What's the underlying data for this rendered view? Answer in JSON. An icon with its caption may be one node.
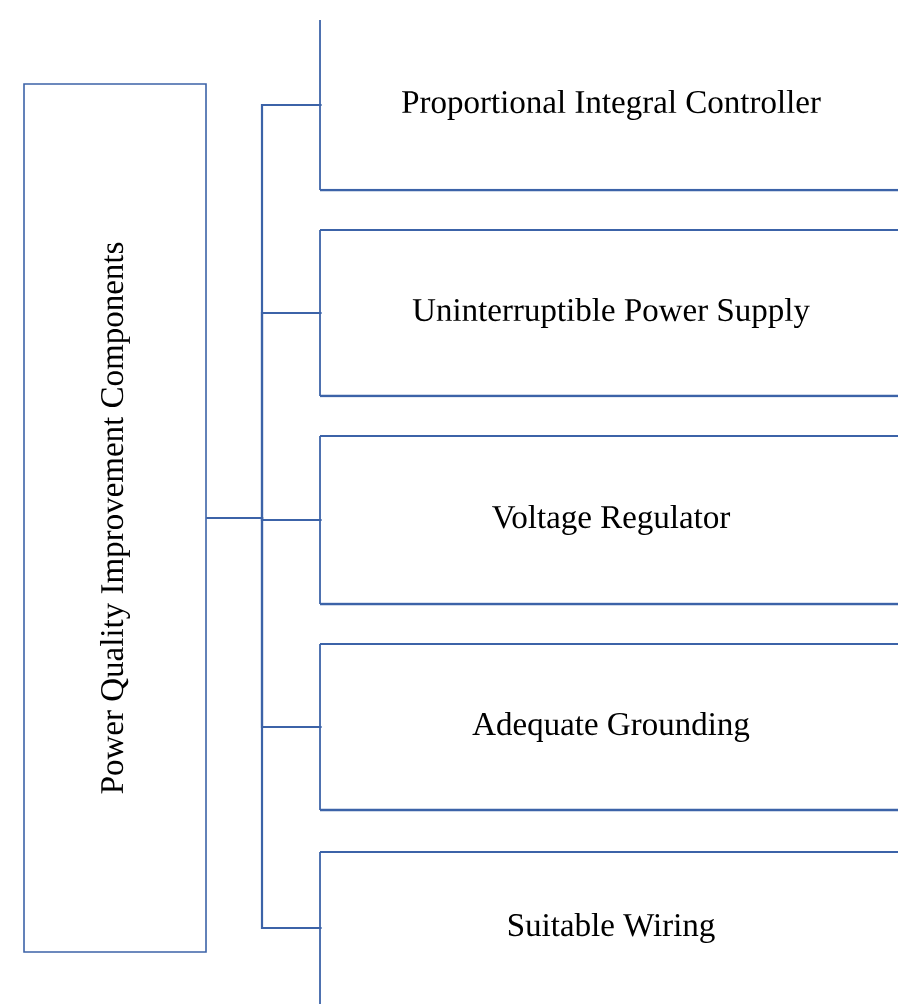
{
  "diagram": {
    "nodes": [
      {
        "text": [
          "Power Quality Improvement Components"
        ]
      },
      {
        "text": [
          "Proportional Integral Controller"
        ]
      },
      {
        "text": [
          "Uninterruptible Power Supply"
        ]
      },
      {
        "text": [
          "Voltage Regulator"
        ]
      },
      {
        "text": [
          "Adequate Grounding"
        ]
      },
      {
        "text": [
          "Suitable Wiring"
        ]
      }
    ],
    "edges": [
      {
        "from": 0,
        "to": 1,
        "arrow": "none"
      },
      {
        "from": 0,
        "to": 2,
        "arrow": "none"
      },
      {
        "from": 0,
        "to": 3,
        "arrow": "none"
      },
      {
        "from": 0,
        "to": 4,
        "arrow": "none"
      },
      {
        "from": 0,
        "to": 5,
        "arrow": "none"
      }
    ]
  }
}
